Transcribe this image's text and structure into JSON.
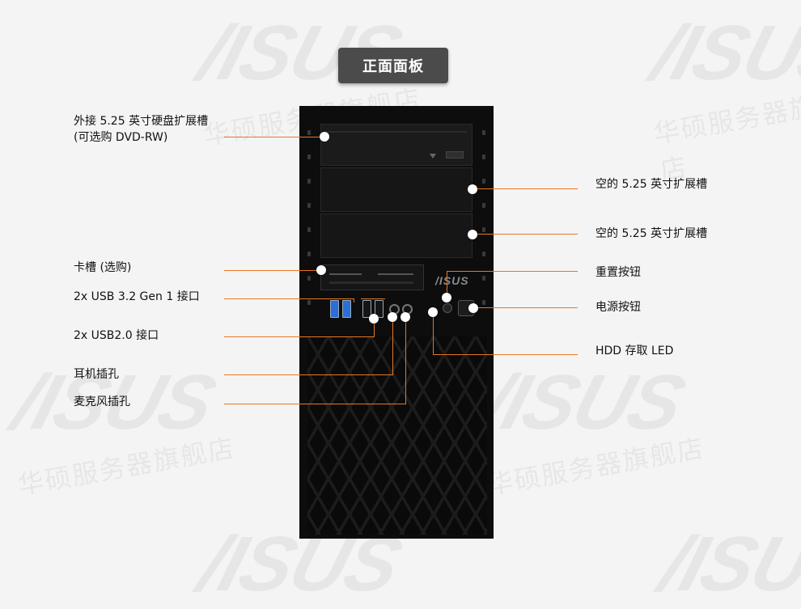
{
  "header": {
    "title": "正面面板"
  },
  "watermark": {
    "logo": "/ISUS",
    "text": "华硕服务器旗舰店"
  },
  "product": {
    "brand_logo": "/ISUS"
  },
  "callouts": {
    "optical_bay": {
      "line1": "外接 5.25 英寸硬盘扩展槽",
      "line2": "(可选购 DVD-RW)"
    },
    "card_slot": "卡槽 (选购)",
    "usb32": "2x USB 3.2 Gen 1 接口",
    "usb20": "2x USB2.0 接口",
    "headphone": "耳机插孔",
    "mic": "麦克风插孔",
    "empty_bay_1": "空的 5.25 英寸扩展槽",
    "empty_bay_2": "空的 5.25 英寸扩展槽",
    "reset": "重置按钮",
    "power": "电源按钮",
    "hdd_led": "HDD 存取 LED"
  },
  "colors": {
    "accent": "#e87722",
    "title_bg": "#4b4b4b",
    "tower": "#0d0d0d",
    "usb3_port": "#2a6fd6"
  }
}
